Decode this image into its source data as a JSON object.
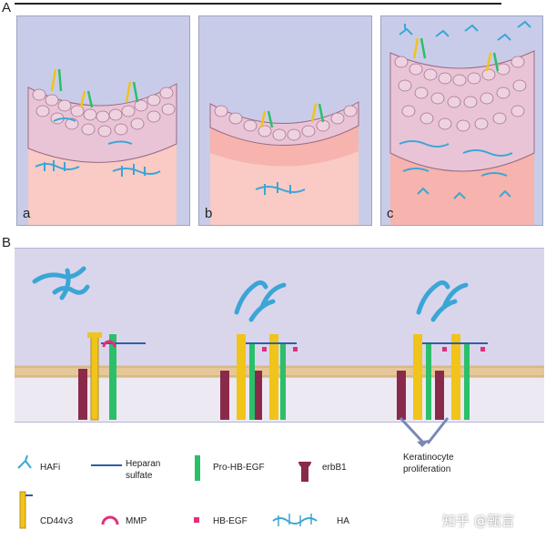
{
  "section_a": {
    "label": "A",
    "panels": [
      {
        "label": "a"
      },
      {
        "label": "b"
      },
      {
        "label": "c"
      }
    ]
  },
  "section_b": {
    "label": "B"
  },
  "annotation": {
    "keratinocyte": "Keratinocyte proliferation"
  },
  "legend": {
    "hafi": "HAFi",
    "heparan": "Heparan sulfate",
    "pro_hb_egf": "Pro-HB-EGF",
    "erbb1": "erbB1",
    "cd44v3": "CD44v3",
    "mmp": "MMP",
    "hb_egf": "HB-EGF",
    "ha": "HA"
  },
  "watermark": "知乎 @甄言",
  "colors": {
    "panel_bg": "#c9cce8",
    "cell_fill": "#e7c8d8",
    "cell_border": "#9a6a86",
    "dermis": "#f4a8a8",
    "ha_blue": "#3ba6d6",
    "cd44_yellow": "#f0c419",
    "pro_hb_egf_green": "#2bbf6a",
    "erbb1_maroon": "#8a2a4a",
    "mmp_pink": "#e0307a",
    "heparan_blue": "#2f5fa8"
  }
}
